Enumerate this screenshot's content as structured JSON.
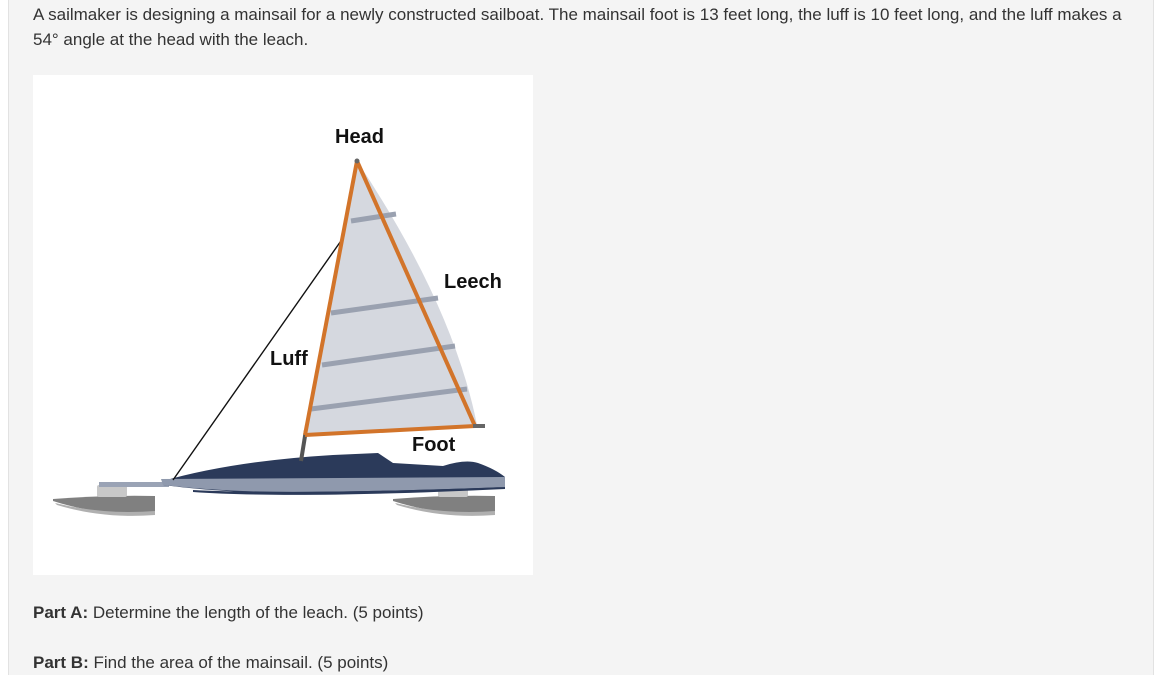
{
  "question": {
    "prompt": "A sailmaker is designing a mainsail for a newly constructed sailboat. The mainsail foot is 13 feet long, the luff is 10 feet long, and the luff makes a 54° angle at the head with the leach."
  },
  "figure": {
    "labels": {
      "head": "Head",
      "leech": "Leech",
      "luff": "Luff",
      "foot": "Foot"
    },
    "colors": {
      "sail_edge": "#d2742a",
      "sail_fill": "#d5d8df",
      "batten": "#9aa1b0",
      "hull": "#2b3a5a",
      "hull_stripe": "#8f99ad",
      "runner": "#808080"
    }
  },
  "parts": [
    {
      "label": "Part A:",
      "text": " Determine the length of the leach. (5 points)"
    },
    {
      "label": "Part B:",
      "text": " Find the area of the mainsail. (5 points)"
    }
  ]
}
